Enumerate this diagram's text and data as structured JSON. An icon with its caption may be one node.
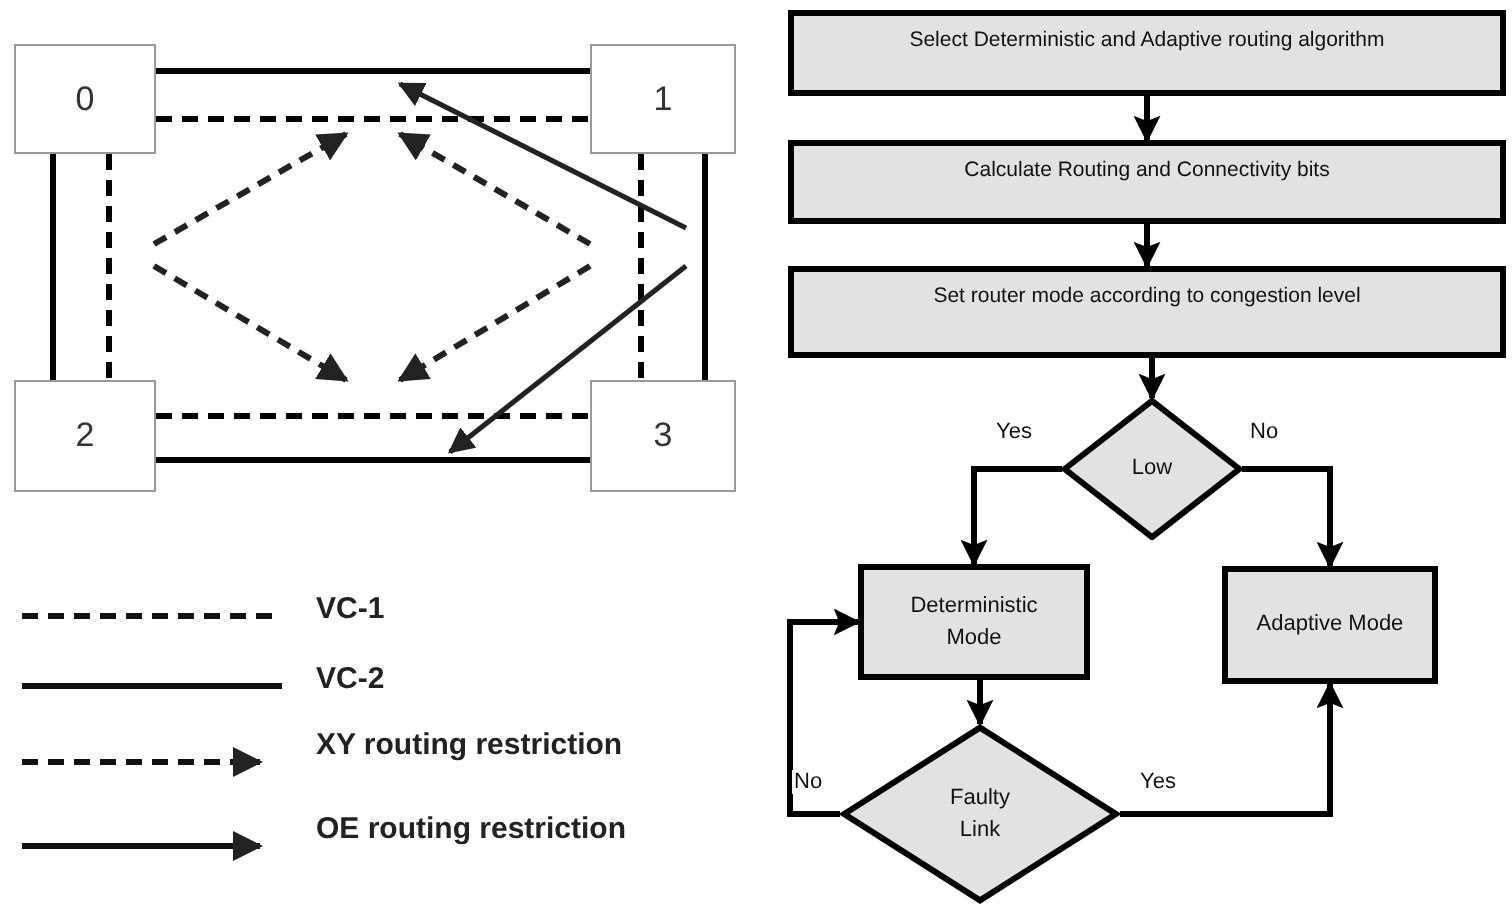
{
  "diagram": {
    "nodes": [
      {
        "text": [
          "0"
        ]
      },
      {
        "text": [
          "1"
        ]
      },
      {
        "text": [
          "2"
        ]
      },
      {
        "text": [
          "3"
        ]
      },
      {
        "text": [
          "Select Deterministic and Adaptive routing algorithm"
        ]
      },
      {
        "text": [
          "Calculate Routing and Connectivity bits"
        ]
      },
      {
        "text": [
          "Set router mode according to congestion level"
        ]
      },
      {
        "text": [
          "Low"
        ]
      },
      {
        "text": [
          "Deterministic Mode"
        ]
      },
      {
        "text": [
          "Adaptive Mode"
        ]
      },
      {
        "text": [
          "Faulty Link"
        ]
      }
    ],
    "edges": [
      {
        "from": 0,
        "to": 1,
        "arrow": "none"
      },
      {
        "from": 0,
        "to": 1,
        "arrow": "none",
        "style": "dashed"
      },
      {
        "from": 0,
        "to": 2,
        "arrow": "none"
      },
      {
        "from": 0,
        "to": 2,
        "arrow": "none",
        "style": "dashed"
      },
      {
        "from": 1,
        "to": 3,
        "arrow": "none"
      },
      {
        "from": 1,
        "to": 3,
        "arrow": "none",
        "style": "dashed"
      },
      {
        "from": 2,
        "to": 3,
        "arrow": "none",
        "style": "dashed"
      },
      {
        "from": 2,
        "to": 3,
        "arrow": "none"
      },
      {
        "from": 4,
        "to": 5,
        "arrow": "to"
      },
      {
        "from": 5,
        "to": 6,
        "arrow": "to"
      },
      {
        "from": 6,
        "to": 7,
        "arrow": "to"
      },
      {
        "from": 7,
        "to": 8,
        "arrow": "to",
        "label": "Yes"
      },
      {
        "from": 7,
        "to": 9,
        "arrow": "to",
        "label": "No"
      },
      {
        "from": 8,
        "to": 10,
        "arrow": "to"
      },
      {
        "from": 10,
        "to": 8,
        "arrow": "to",
        "label": "No"
      },
      {
        "from": 10,
        "to": 9,
        "arrow": "to",
        "label": "Yes"
      }
    ],
    "legend": [
      {
        "text": "VC-1"
      },
      {
        "text": "VC-2"
      },
      {
        "text": "XY routing restriction"
      },
      {
        "text": "OE routing restriction"
      }
    ]
  }
}
